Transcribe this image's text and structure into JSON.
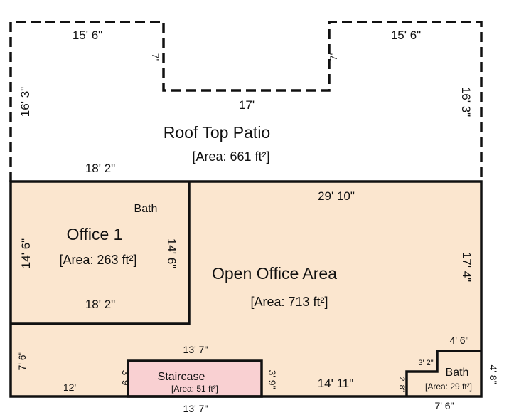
{
  "rooms": {
    "roof_patio": {
      "name": "Roof Top Patio",
      "area": "[Area: 661 ft²]"
    },
    "office1": {
      "name": "Office 1",
      "area": "[Area: 263 ft²]"
    },
    "open_office": {
      "name": "Open Office Area",
      "area": "[Area: 713 ft²]"
    },
    "staircase": {
      "name": "Staircase",
      "area": "[Area: 51 ft²]"
    },
    "bath_small": {
      "name": "Bath",
      "area": "[Area: 29 ft²]"
    },
    "bath_office": {
      "name": "Bath"
    }
  },
  "dimensions": {
    "patio_top_left": "15' 6\"",
    "patio_top_right": "15' 6\"",
    "patio_notch_left": "7'",
    "patio_notch_right": "7'",
    "patio_notch_bottom": "17'",
    "patio_left": "16' 3\"",
    "patio_right": "16' 3\"",
    "patio_bottom": "18' 2\"",
    "office1_left": "14' 6\"",
    "office1_right": "14' 6\"",
    "office1_bottom": "18' 2\"",
    "open_top": "29' 10\"",
    "open_right": "17' 4\"",
    "lower_left": "7' 6\"",
    "lower_bottom_left": "12'",
    "stair_top": "13' 7\"",
    "stair_left": "3' 9\"",
    "stair_right": "3' 9\"",
    "stair_bottom": "13' 7\"",
    "lower_mid": "14' 11\"",
    "bath_left": "2' 8\"",
    "bath_step": "3' 2\"",
    "bath_top": "4' 6\"",
    "bath_right": "4' 8\"",
    "bath_bottom": "7' 6\""
  },
  "colors": {
    "room_fill": "#fbe6cf",
    "stair_fill": "#f9d0d2",
    "wall": "#111111",
    "patio_fill": "#ffffff"
  }
}
